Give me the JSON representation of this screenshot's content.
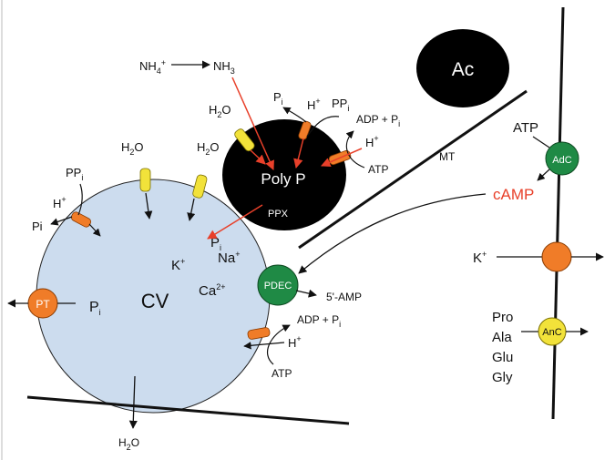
{
  "organelles": {
    "cv": "CV",
    "polyp": "Poly P",
    "ac": "Ac"
  },
  "enzymes": {
    "ppx": "PPX",
    "pdec": "PDEC",
    "adc": "AdC",
    "anc": "AnC",
    "pt": "PT"
  },
  "labels": {
    "nh4_base": "NH",
    "nh4_sub": "4",
    "nh4_sup": "+",
    "nh3_base": "NH",
    "nh3_sub": "3",
    "h2o_base": "H",
    "h2o_sub": "2",
    "h2o_end": "O",
    "pi_base": "P",
    "pi_sub": "i",
    "ppi_base": "PP",
    "ppi_sub": "i",
    "h_base": "H",
    "h_sup": "+",
    "adp_pi": "ADP + P",
    "atp": "ATP",
    "mt": "MT",
    "camp": "cAMP",
    "k_base": "K",
    "k_sup": "+",
    "na_base": "Na",
    "na_sup": "+",
    "ca_base": "Ca",
    "ca_sup": "2+",
    "amp": "5'-AMP",
    "pi_plain": "Pi",
    "aa": [
      "Pro",
      "Ala",
      "Glu",
      "Gly"
    ]
  },
  "colors": {
    "cv_fill": "#ccdcee",
    "black": "#000000",
    "pump_orange": "#f07c28",
    "channel_yellow": "#f2e23a",
    "adc_green": "#1f8a45",
    "pdec_green": "#1f8a45",
    "anc_yellow": "#f2e23a",
    "red_arrow": "#e8402a",
    "camp_red": "#e8402a"
  }
}
